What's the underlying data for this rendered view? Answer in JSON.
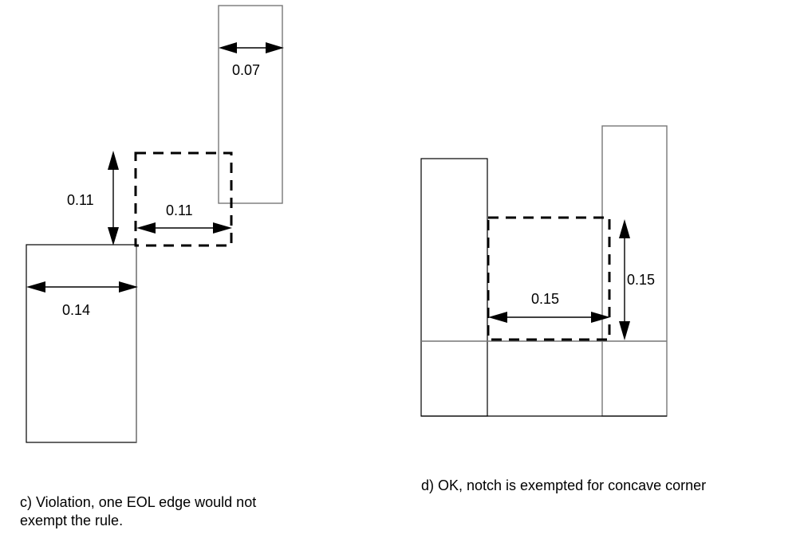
{
  "panels": [
    {
      "id": "c",
      "caption": "c) Violation, one EOL edge would not exempt the rule.",
      "caption_lines": [
        "c) Violation, one EOL edge would not",
        "exempt the rule."
      ],
      "dimensions": {
        "top_shape_width": "0.07",
        "bottom_shape_width": "0.14",
        "window_height": "0.11",
        "window_width": "0.11"
      },
      "verdict": "Violation"
    },
    {
      "id": "d",
      "caption": "d) OK, notch is exempted for concave corner",
      "dimensions": {
        "window_width": "0.15",
        "window_height": "0.15"
      },
      "verdict": "OK"
    }
  ]
}
